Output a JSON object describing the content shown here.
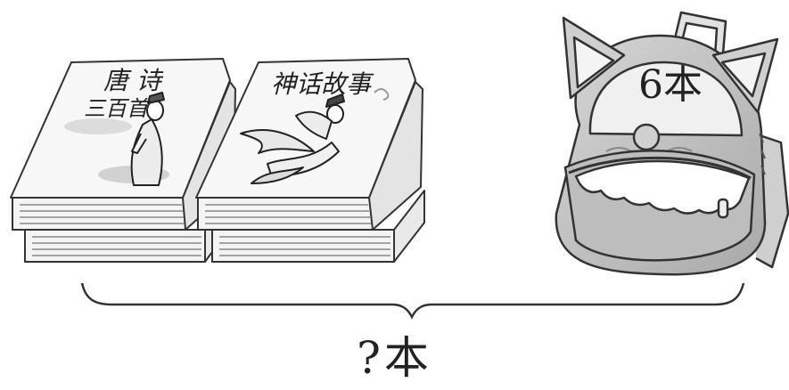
{
  "books": [
    {
      "title_line1": "唐 诗",
      "title_line2": "三百首"
    },
    {
      "title": "神话故事"
    }
  ],
  "backpack": {
    "label": "6本"
  },
  "total": {
    "label": "?本"
  }
}
